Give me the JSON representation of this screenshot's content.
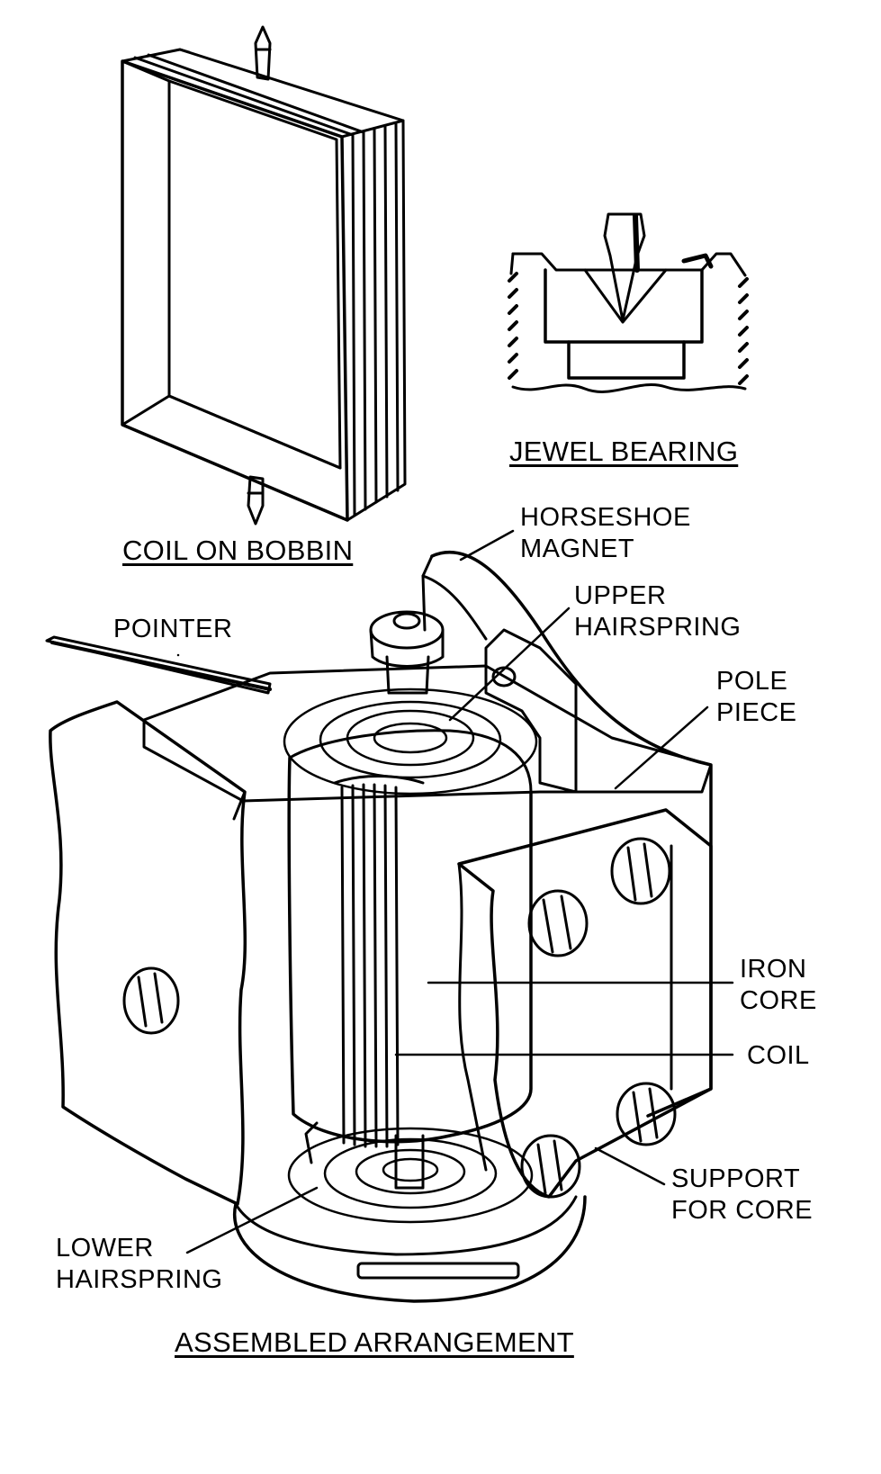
{
  "captions": {
    "coil_on_bobbin": "COIL ON BOBBIN",
    "jewel_bearing": "JEWEL BEARING",
    "assembled_arrangement": "ASSEMBLED ARRANGEMENT"
  },
  "labels": {
    "horseshoe_magnet": [
      "HORSESHOE",
      "MAGNET"
    ],
    "upper_hairspring": [
      "UPPER",
      "HAIRSPRING"
    ],
    "pointer": "POINTER",
    "pole_piece": [
      "POLE",
      "PIECE"
    ],
    "iron_core": [
      "IRON",
      "CORE"
    ],
    "coil": "COIL",
    "support_for_core": [
      "SUPPORT",
      "FOR CORE"
    ],
    "lower_hairspring": [
      "LOWER",
      "HAIRSPRING"
    ]
  },
  "colors": {
    "ink": "#000000",
    "paper": "#ffffff"
  }
}
